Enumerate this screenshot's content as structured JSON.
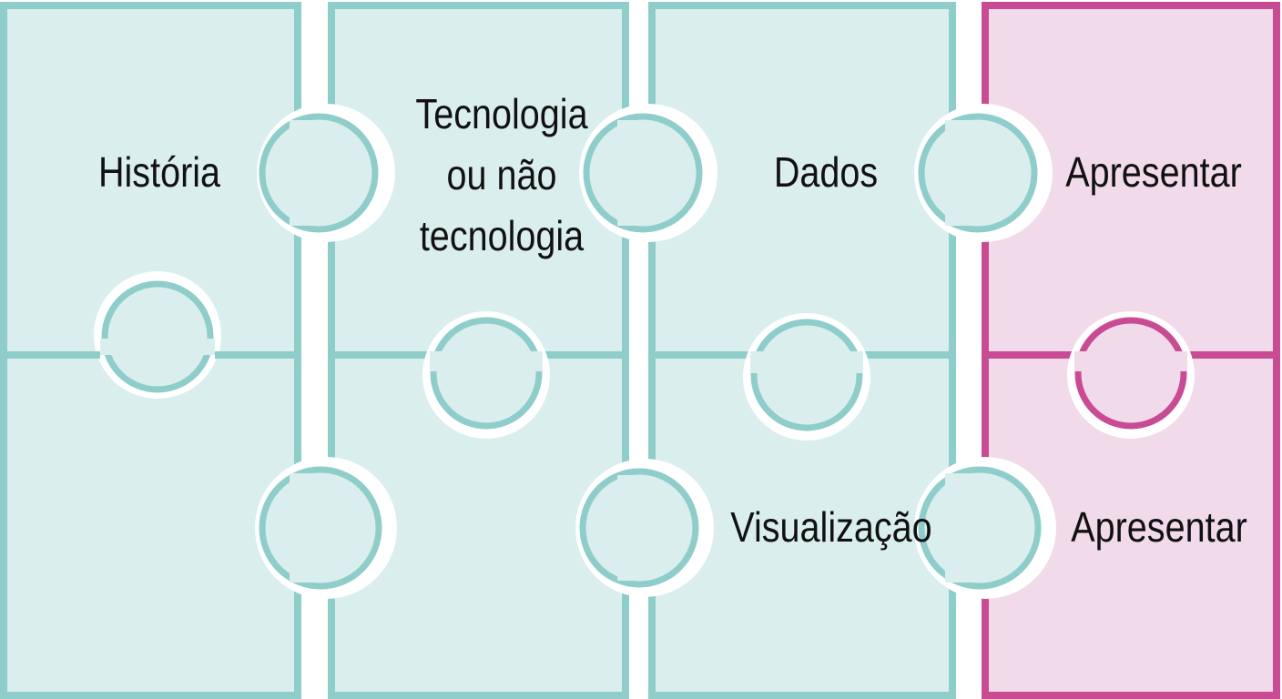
{
  "colors": {
    "teal_fill": "#dbeeee",
    "teal_stroke": "#8ecdca",
    "pink_fill": "#f1dbea",
    "pink_stroke": "#c94b94",
    "gap": "#ffffff",
    "text": "#111111"
  },
  "pieces": [
    {
      "id": "r1c1",
      "label": "História",
      "color": "teal"
    },
    {
      "id": "r1c2",
      "label_lines": [
        "Tecnologia",
        "ou não",
        "tecnologia"
      ],
      "color": "teal"
    },
    {
      "id": "r1c3",
      "label": "Dados",
      "color": "teal"
    },
    {
      "id": "r1c4",
      "label": "Apresentar",
      "color": "pink"
    },
    {
      "id": "r2c1",
      "label": "",
      "color": "teal"
    },
    {
      "id": "r2c2",
      "label": "",
      "color": "teal"
    },
    {
      "id": "r2c3",
      "label": "Visualização",
      "color": "teal"
    },
    {
      "id": "r2c4",
      "label": "Apresentar",
      "color": "pink"
    }
  ]
}
